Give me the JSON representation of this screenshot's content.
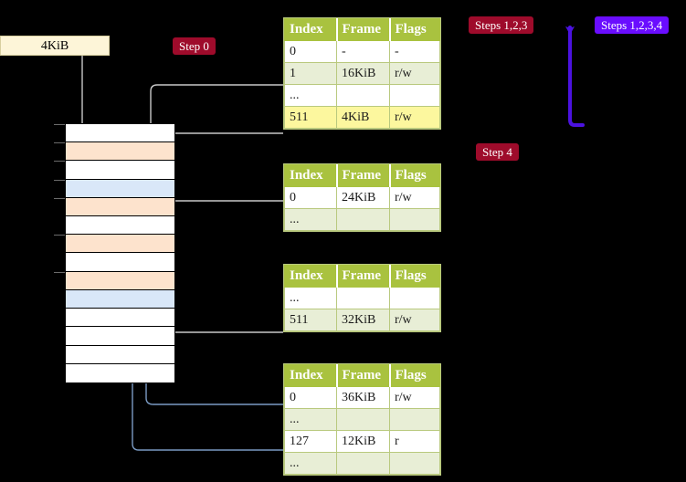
{
  "labels": {
    "size_box": "4KiB",
    "step0": "Step 0",
    "steps123": "Steps 1,2,3",
    "steps1234": "Steps 1,2,3,4",
    "step4": "Step 4"
  },
  "colors": {
    "badge_crimson": "#9e0b2b",
    "badge_violet": "#6a0dff",
    "table_header": "#a9c23f",
    "table_alt_row": "#e8eed6",
    "highlight": "#fcf79e",
    "mem_peach": "#fde3cd",
    "mem_blue": "#d9e7f8",
    "wire_gray": "#cfcfcf",
    "wire_blue": "#7a9bc4",
    "size_box_bg": "#fdf5d8"
  },
  "memory_bar": {
    "rows": [
      {
        "fill": "white"
      },
      {
        "fill": "peach"
      },
      {
        "fill": "white"
      },
      {
        "fill": "blue"
      },
      {
        "fill": "peach"
      },
      {
        "fill": "white"
      },
      {
        "fill": "peach"
      },
      {
        "fill": "white"
      },
      {
        "fill": "peach"
      },
      {
        "fill": "blue"
      },
      {
        "fill": "white"
      },
      {
        "fill": "white"
      },
      {
        "fill": "white"
      },
      {
        "fill": "white"
      }
    ]
  },
  "tables": [
    {
      "name": "page-table-level-1",
      "headers": [
        "Index",
        "Frame",
        "Flags"
      ],
      "rows": [
        {
          "cells": [
            "0",
            "-",
            "-"
          ],
          "style": "rw",
          "highlight": false
        },
        {
          "cells": [
            "1",
            "16KiB",
            "r/w"
          ],
          "style": "alt",
          "highlight": false
        },
        {
          "cells": [
            "...",
            "",
            ""
          ],
          "style": "rw",
          "highlight": false
        },
        {
          "cells": [
            "511",
            "4KiB",
            "r/w"
          ],
          "style": "alt",
          "highlight": true
        }
      ]
    },
    {
      "name": "page-table-level-2",
      "headers": [
        "Index",
        "Frame",
        "Flags"
      ],
      "rows": [
        {
          "cells": [
            "0",
            "24KiB",
            "r/w"
          ],
          "style": "rw",
          "highlight": false
        },
        {
          "cells": [
            "...",
            "",
            ""
          ],
          "style": "alt",
          "highlight": false
        }
      ]
    },
    {
      "name": "page-table-level-3",
      "headers": [
        "Index",
        "Frame",
        "Flags"
      ],
      "rows": [
        {
          "cells": [
            "...",
            "",
            ""
          ],
          "style": "rw",
          "highlight": false
        },
        {
          "cells": [
            "511",
            "32KiB",
            "r/w"
          ],
          "style": "alt",
          "highlight": false
        }
      ]
    },
    {
      "name": "page-table-level-4",
      "headers": [
        "Index",
        "Frame",
        "Flags"
      ],
      "rows": [
        {
          "cells": [
            "0",
            "36KiB",
            "r/w"
          ],
          "style": "rw",
          "highlight": false
        },
        {
          "cells": [
            "...",
            "",
            ""
          ],
          "style": "alt",
          "highlight": false
        },
        {
          "cells": [
            "127",
            "12KiB",
            "r"
          ],
          "style": "rw",
          "highlight": false
        },
        {
          "cells": [
            "...",
            "",
            ""
          ],
          "style": "alt",
          "highlight": false
        }
      ]
    }
  ]
}
